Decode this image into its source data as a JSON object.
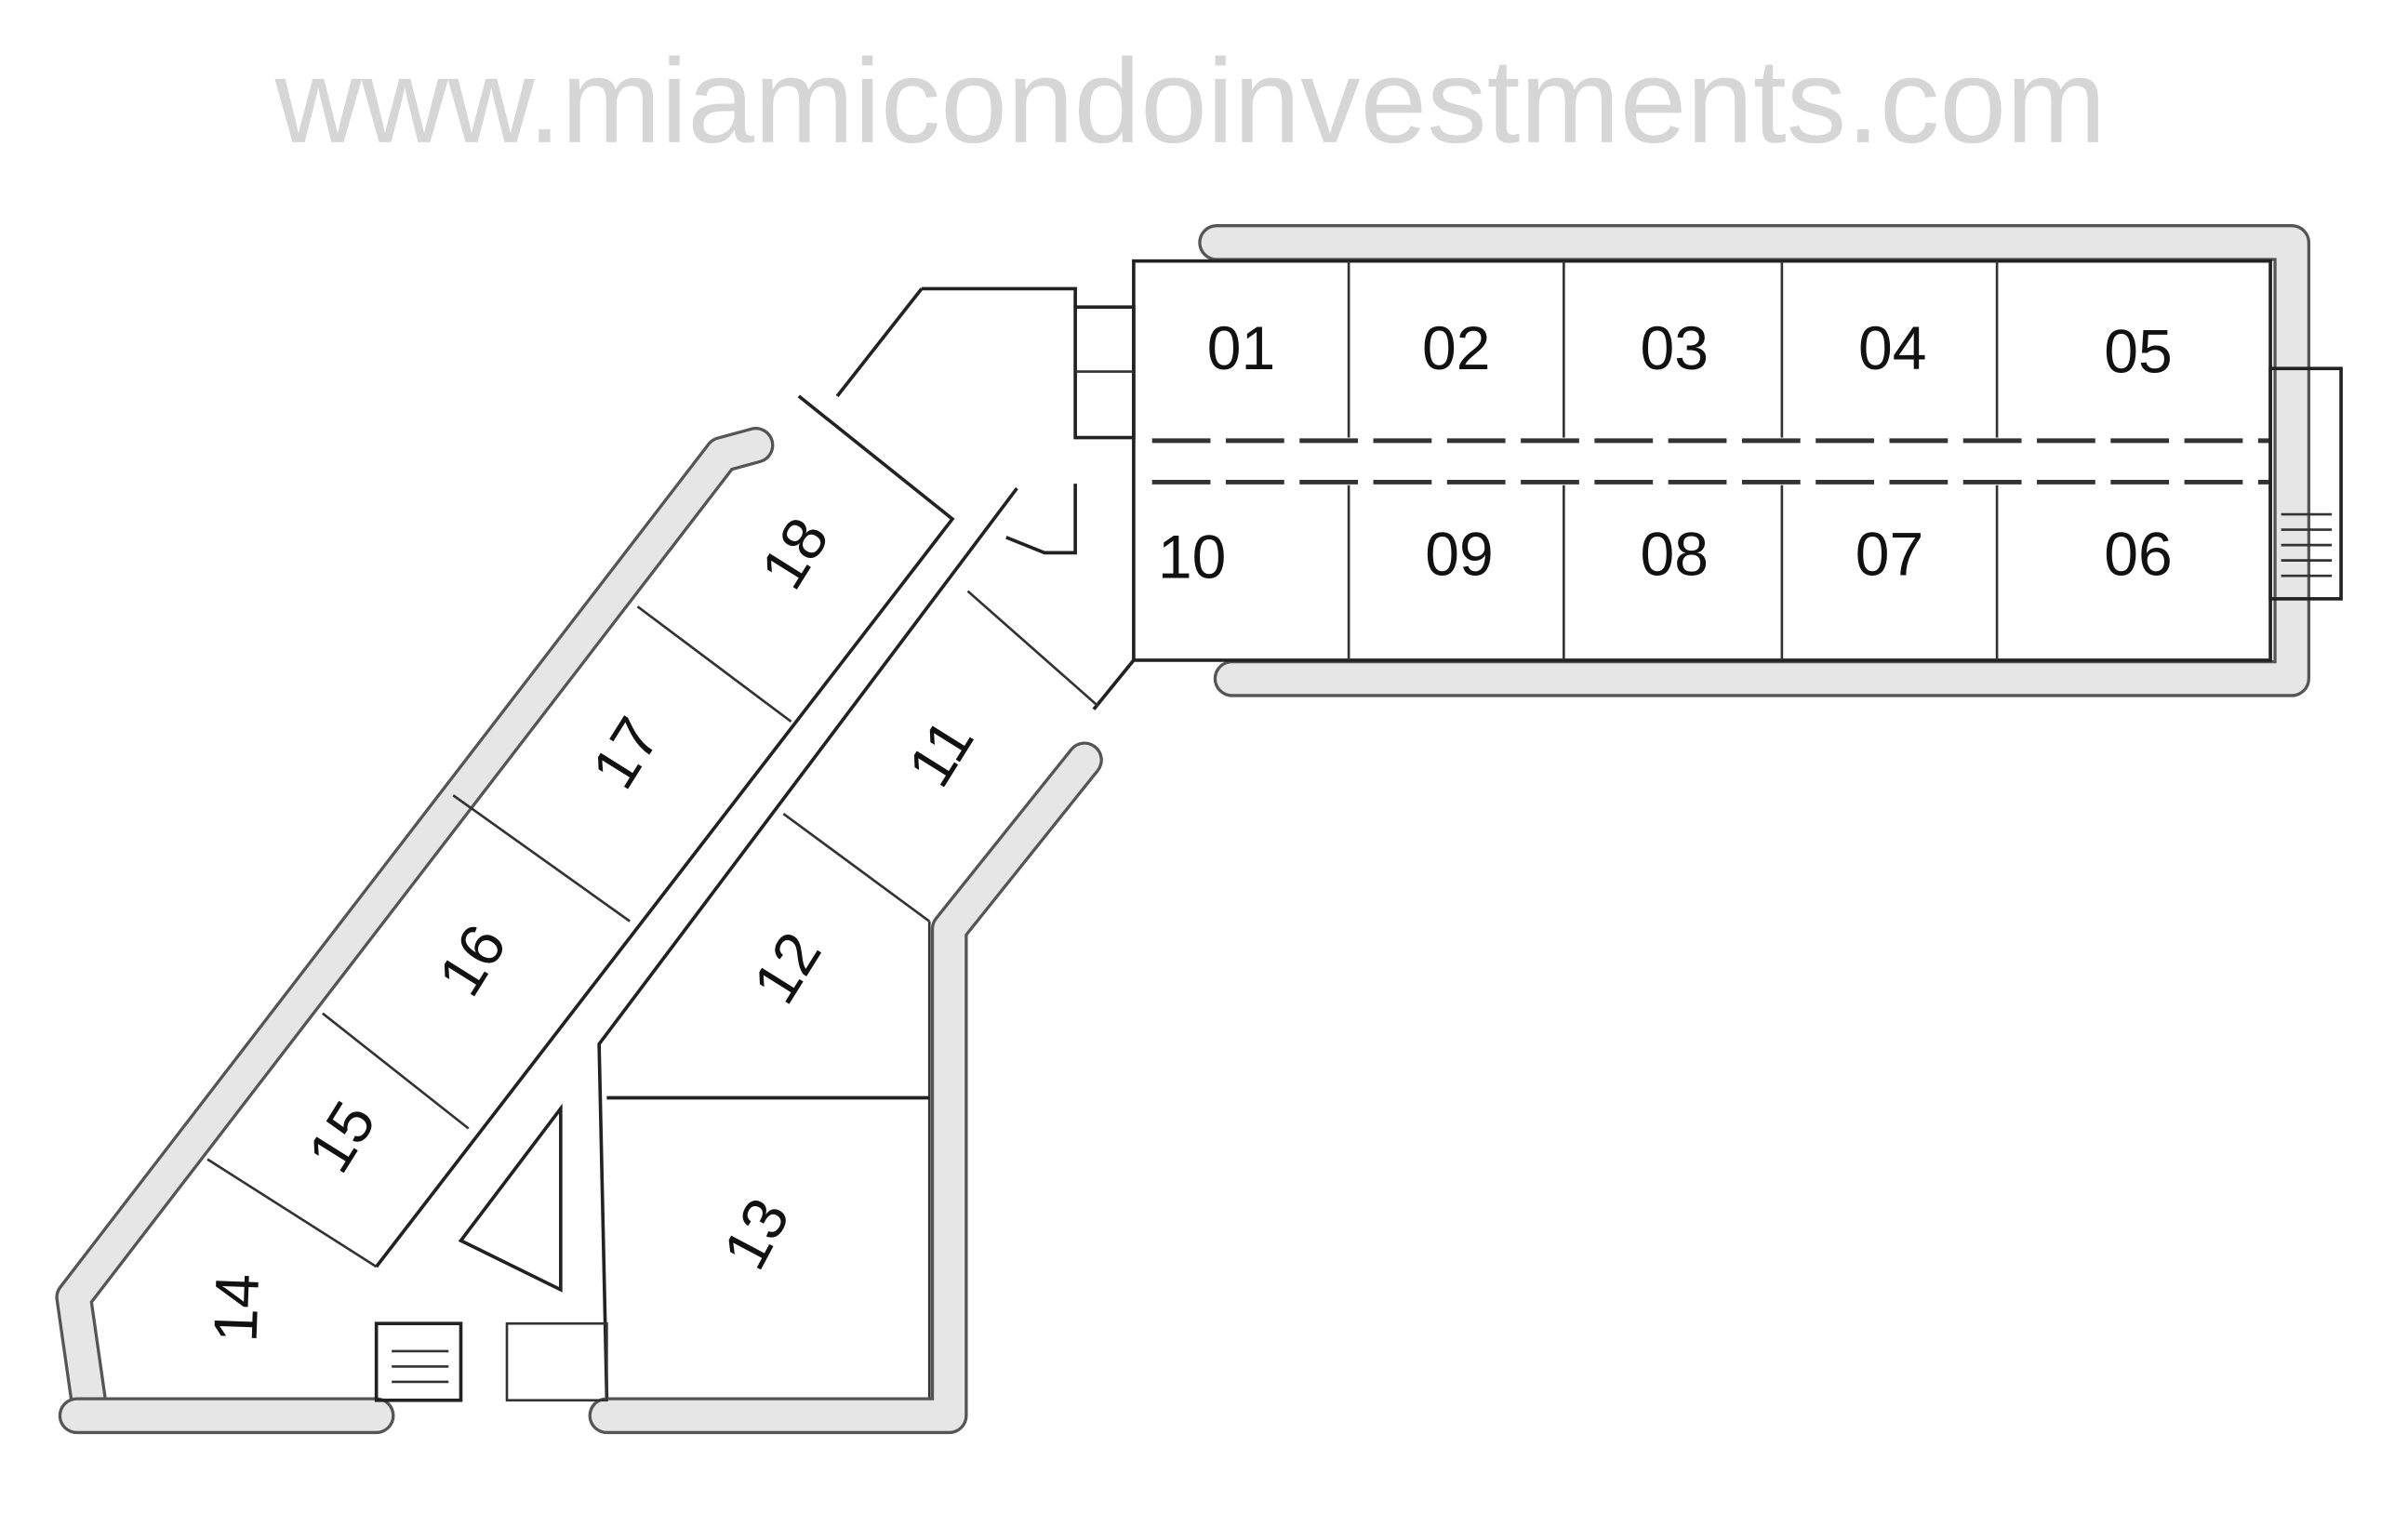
{
  "floorplan": {
    "title": "Floor plan",
    "units": {
      "u01": "01",
      "u02": "02",
      "u03": "03",
      "u04": "04",
      "u05": "05",
      "u06": "06",
      "u07": "07",
      "u08": "08",
      "u09": "09",
      "u10": "10",
      "u11": "11",
      "u12": "12",
      "u13": "13",
      "u14": "14",
      "u15": "15",
      "u16": "16",
      "u17": "17",
      "u18": "18"
    },
    "watermark": "www.miamicondoinvestments.com"
  }
}
